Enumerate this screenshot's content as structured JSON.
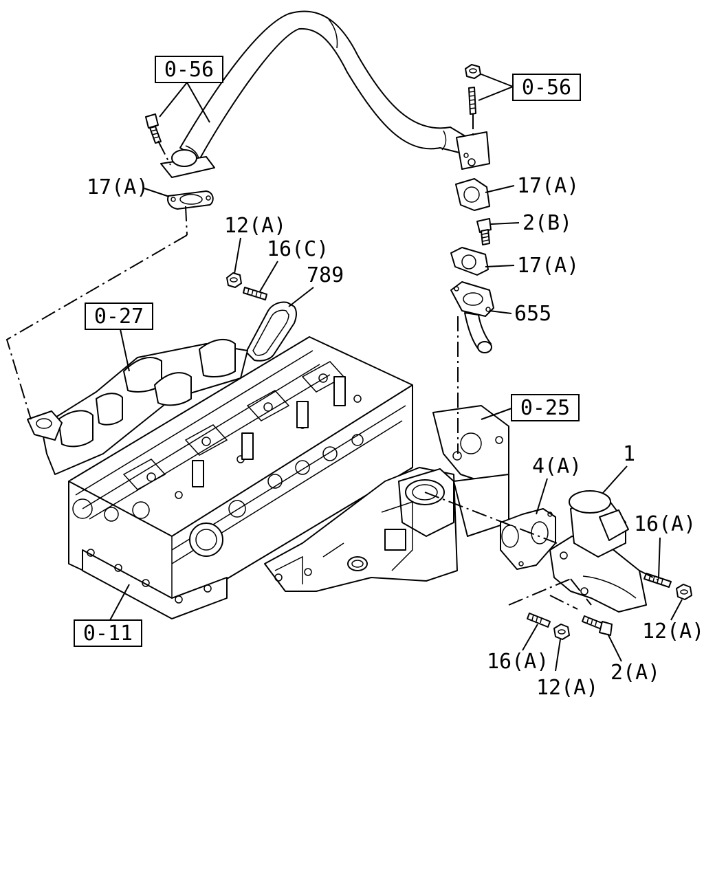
{
  "refs": {
    "r056a": "0-56",
    "r056b": "0-56",
    "r027": "0-27",
    "r025": "0-25",
    "r011": "0-11"
  },
  "labels": {
    "p17a_left": "17(A)",
    "p17a_r1": "17(A)",
    "p17a_r2": "17(A)",
    "p12a_top": "12(A)",
    "p16c": "16(C)",
    "p789": "789",
    "p2b": "2(B)",
    "p655": "655",
    "p1": "1",
    "p4a": "4(A)",
    "p16a_right": "16(A)",
    "p12a_right": "12(A)",
    "p16a_bottom": "16(A)",
    "p12a_bottom": "12(A)",
    "p2a": "2(A)"
  }
}
